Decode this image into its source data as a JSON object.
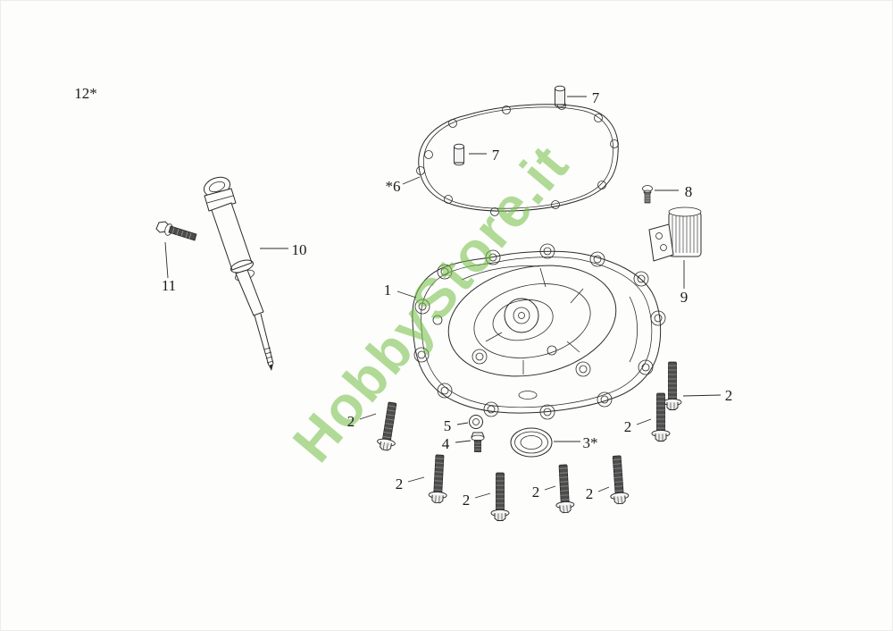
{
  "watermark": {
    "text": "HobbyStore.it",
    "color": "#72bf44"
  },
  "colors": {
    "line": "#2b2b2b",
    "label": "#1a1a1a",
    "background": "#fdfdfc"
  },
  "labels": {
    "part1": "1",
    "part2": "2",
    "part3": "3*",
    "part4": "4",
    "part5": "5",
    "part6": "*6",
    "part7": "7",
    "part8": "8",
    "part9": "9",
    "part10": "10",
    "part11": "11",
    "part12": "12*"
  }
}
